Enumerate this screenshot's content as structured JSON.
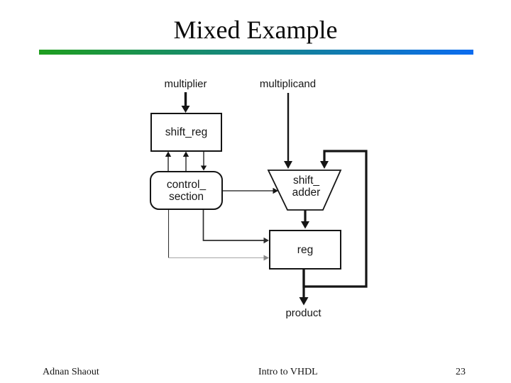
{
  "slide": {
    "title": "Mixed Example",
    "accent_bar": {
      "start_color": "#1f9e1f",
      "end_color": "#0b6cf0"
    },
    "footer": {
      "author": "Adnan Shaout",
      "course": "Intro to VHDL",
      "page_number": "23"
    }
  },
  "diagram": {
    "labels": {
      "multiplier": "multiplier",
      "multiplicand": "multiplicand",
      "product": "product"
    },
    "blocks": {
      "shift_reg": {
        "label": "shift_reg"
      },
      "control_section": {
        "line1": "control_",
        "line2": "section"
      },
      "shift_adder": {
        "line1": "shift_",
        "line2": "adder"
      },
      "reg": {
        "label": "reg"
      }
    },
    "line_color": "#151515",
    "secondary_line_color": "#a6a6a6"
  }
}
